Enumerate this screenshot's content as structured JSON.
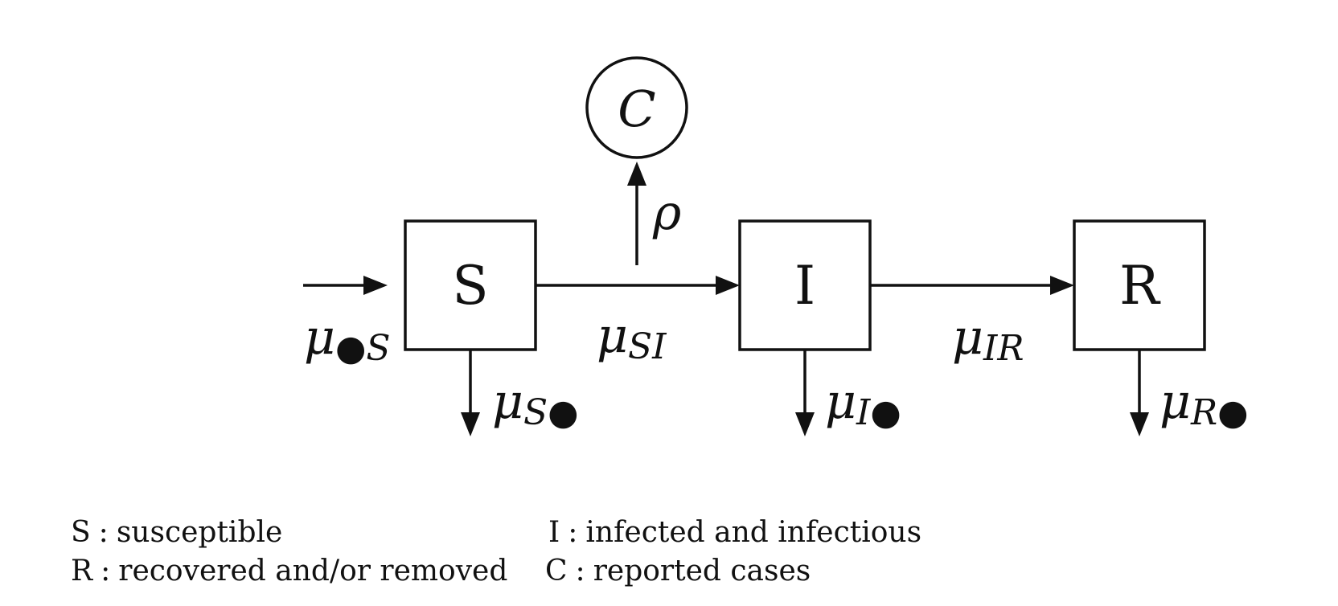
{
  "compartments": {
    "S": "S",
    "I": "I",
    "R": "R",
    "C": "C"
  },
  "rates": {
    "inflow_S": {
      "base": "μ",
      "sub_dot": "●",
      "sub": "S"
    },
    "death_S": {
      "base": "μ",
      "sub": "S",
      "sub_dot": "●"
    },
    "S_to_I": {
      "base": "μ",
      "sub": "SI"
    },
    "death_I": {
      "base": "μ",
      "sub": "I",
      "sub_dot": "●"
    },
    "I_to_R": {
      "base": "μ",
      "sub": "IR"
    },
    "death_R": {
      "base": "μ",
      "sub": "R",
      "sub_dot": "●"
    },
    "reporting": "ρ"
  },
  "legend": [
    {
      "key": "S",
      "sep": ":",
      "text": "susceptible"
    },
    {
      "key": "I",
      "sep": ":",
      "text": "infected and infectious"
    },
    {
      "key": "R",
      "sep": ":",
      "text": "recovered and/or removed"
    },
    {
      "key": "C",
      "sep": ":",
      "text": "reported cases"
    }
  ]
}
